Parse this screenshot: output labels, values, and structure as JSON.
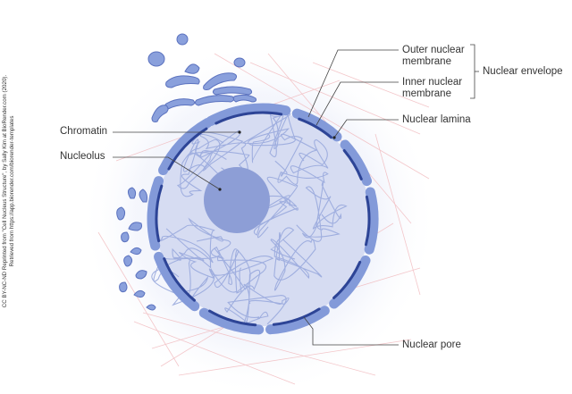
{
  "labels": {
    "outer_nuclear_membrane": [
      "Outer nuclear",
      "membrane"
    ],
    "inner_nuclear_membrane": [
      "Inner nuclear",
      "membrane"
    ],
    "nuclear_envelope": "Nuclear envelope",
    "nuclear_lamina": "Nuclear lamina",
    "chromatin": "Chromatin",
    "nucleolus": "Nucleolus",
    "nuclear_pore": "Nuclear pore"
  },
  "credit": [
    "CC BY-NC-ND Reprinted from \"Cell Nucleus Structure\", by Sally Kim at BioRender.com (2020).",
    "Retrieved from https://app.biorender.com/biorender-templates"
  ],
  "colors": {
    "membrane_light": "#8aa0dc",
    "membrane_dark": "#2d4496",
    "nucleoplasm": "#d6dcf2",
    "nucleolus": "#8d9ed6",
    "chromatin": "#9aaadd",
    "cytoskeleton": "#f1b9bd",
    "halo": "#e3e8f8"
  }
}
